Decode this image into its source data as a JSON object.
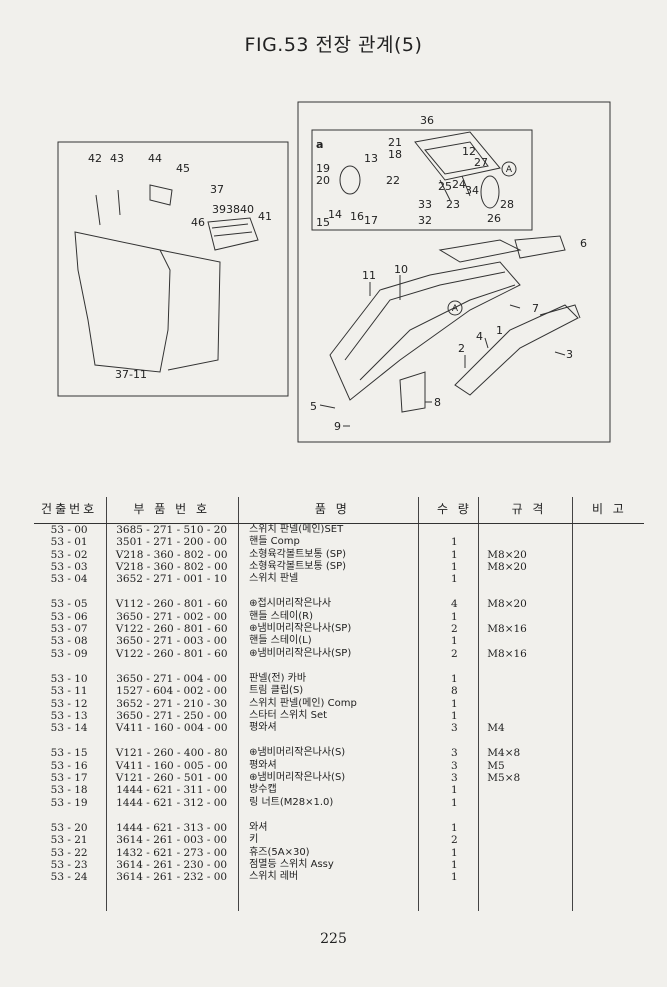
{
  "title": "FIG.53 전장 관계(5)",
  "page_number": "225",
  "diagram": {
    "left_labels": [
      "42",
      "43",
      "44",
      "45",
      "37",
      "3938",
      "40",
      "41",
      "46",
      "37-11"
    ],
    "inset_labels": [
      "a",
      "21",
      "18",
      "19",
      "20",
      "13",
      "22",
      "15",
      "14",
      "16",
      "17",
      "33",
      "32",
      "36",
      "12",
      "27",
      "25",
      "24",
      "34",
      "23",
      "28",
      "26"
    ],
    "main_labels": [
      "6",
      "11",
      "10",
      "7",
      "4",
      "1",
      "2",
      "3",
      "5",
      "8",
      "9"
    ],
    "marker": "A"
  },
  "table": {
    "headers": {
      "no": "건출번호",
      "part": "부 품 번 호",
      "name": "품 명",
      "qty": "수 량",
      "spec": "규 격",
      "note": "비 고"
    },
    "rows": [
      {
        "no": "53 - 00",
        "part": "3685 - 271 - 510 - 20",
        "name": "스위치 판넬(메인)SET",
        "qty": "",
        "spec": ""
      },
      {
        "no": "53 - 01",
        "part": "3501 - 271 - 200 - 00",
        "name": "핸들 Comp",
        "qty": "1",
        "spec": ""
      },
      {
        "no": "53 - 02",
        "part": "V218 - 360 - 802 - 00",
        "name": "소형육각볼트보통 (SP)",
        "qty": "1",
        "spec": "M8×20"
      },
      {
        "no": "53 - 03",
        "part": "V218 - 360 - 802 - 00",
        "name": "소형육각볼트보통 (SP)",
        "qty": "1",
        "spec": "M8×20"
      },
      {
        "no": "53 - 04",
        "part": "3652 - 271 - 001 - 10",
        "name": "스위치 판넬",
        "qty": "1",
        "spec": ""
      },
      {
        "no": "53 - 05",
        "part": "V112 - 260 - 801 - 60",
        "name": "⊕접시머리작은나사",
        "qty": "4",
        "spec": "M8×20"
      },
      {
        "no": "53 - 06",
        "part": "3650 - 271 - 002 - 00",
        "name": "핸들 스테이(R)",
        "qty": "1",
        "spec": ""
      },
      {
        "no": "53 - 07",
        "part": "V122 - 260 - 801 - 60",
        "name": "⊕냄비머리작은나사(SP)",
        "qty": "2",
        "spec": "M8×16"
      },
      {
        "no": "53 - 08",
        "part": "3650 - 271 - 003 - 00",
        "name": "핸들 스테이(L)",
        "qty": "1",
        "spec": ""
      },
      {
        "no": "53 - 09",
        "part": "V122 - 260 - 801 - 60",
        "name": "⊕냄비머리작은나사(SP)",
        "qty": "2",
        "spec": "M8×16"
      },
      {
        "no": "53 - 10",
        "part": "3650 - 271 - 004 - 00",
        "name": "판넬(전) 카바",
        "qty": "1",
        "spec": ""
      },
      {
        "no": "53 - 11",
        "part": "1527 - 604 - 002 - 00",
        "name": "트림 클립(S)",
        "qty": "8",
        "spec": ""
      },
      {
        "no": "53 - 12",
        "part": "3652 - 271 - 210 - 30",
        "name": "스위치 판넬(메인) Comp",
        "qty": "1",
        "spec": ""
      },
      {
        "no": "53 - 13",
        "part": "3650 - 271 - 250 - 00",
        "name": "스타터 스위치 Set",
        "qty": "1",
        "spec": ""
      },
      {
        "no": "53 - 14",
        "part": "V411 - 160 - 004 - 00",
        "name": "평와셔",
        "qty": "3",
        "spec": "M4"
      },
      {
        "no": "53 - 15",
        "part": "V121 - 260 - 400 - 80",
        "name": "⊕냄비머리작은나사(S)",
        "qty": "3",
        "spec": "M4×8"
      },
      {
        "no": "53 - 16",
        "part": "V411 - 160 - 005 - 00",
        "name": "평와셔",
        "qty": "3",
        "spec": "M5"
      },
      {
        "no": "53 - 17",
        "part": "V121 - 260 - 501 - 00",
        "name": "⊕냄비머리작은나사(S)",
        "qty": "3",
        "spec": "M5×8"
      },
      {
        "no": "53 - 18",
        "part": "1444 - 621 - 311 - 00",
        "name": "방수캡",
        "qty": "1",
        "spec": ""
      },
      {
        "no": "53 - 19",
        "part": "1444 - 621 - 312 - 00",
        "name": "링 너트(M28×1.0)",
        "qty": "1",
        "spec": ""
      },
      {
        "no": "53 - 20",
        "part": "1444 - 621 - 313 - 00",
        "name": "와셔",
        "qty": "1",
        "spec": ""
      },
      {
        "no": "53 - 21",
        "part": "3614 - 261 - 003 - 00",
        "name": "키",
        "qty": "2",
        "spec": ""
      },
      {
        "no": "53 - 22",
        "part": "1432 - 621 - 273 - 00",
        "name": "휴즈(5A×30)",
        "qty": "1",
        "spec": ""
      },
      {
        "no": "53 - 23",
        "part": "3614 - 261 - 230 - 00",
        "name": "점멸등 스위치 Assy",
        "qty": "1",
        "spec": ""
      },
      {
        "no": "53 - 24",
        "part": "3614 - 261 - 232 - 00",
        "name": "스위치 레버",
        "qty": "1",
        "spec": ""
      }
    ]
  }
}
